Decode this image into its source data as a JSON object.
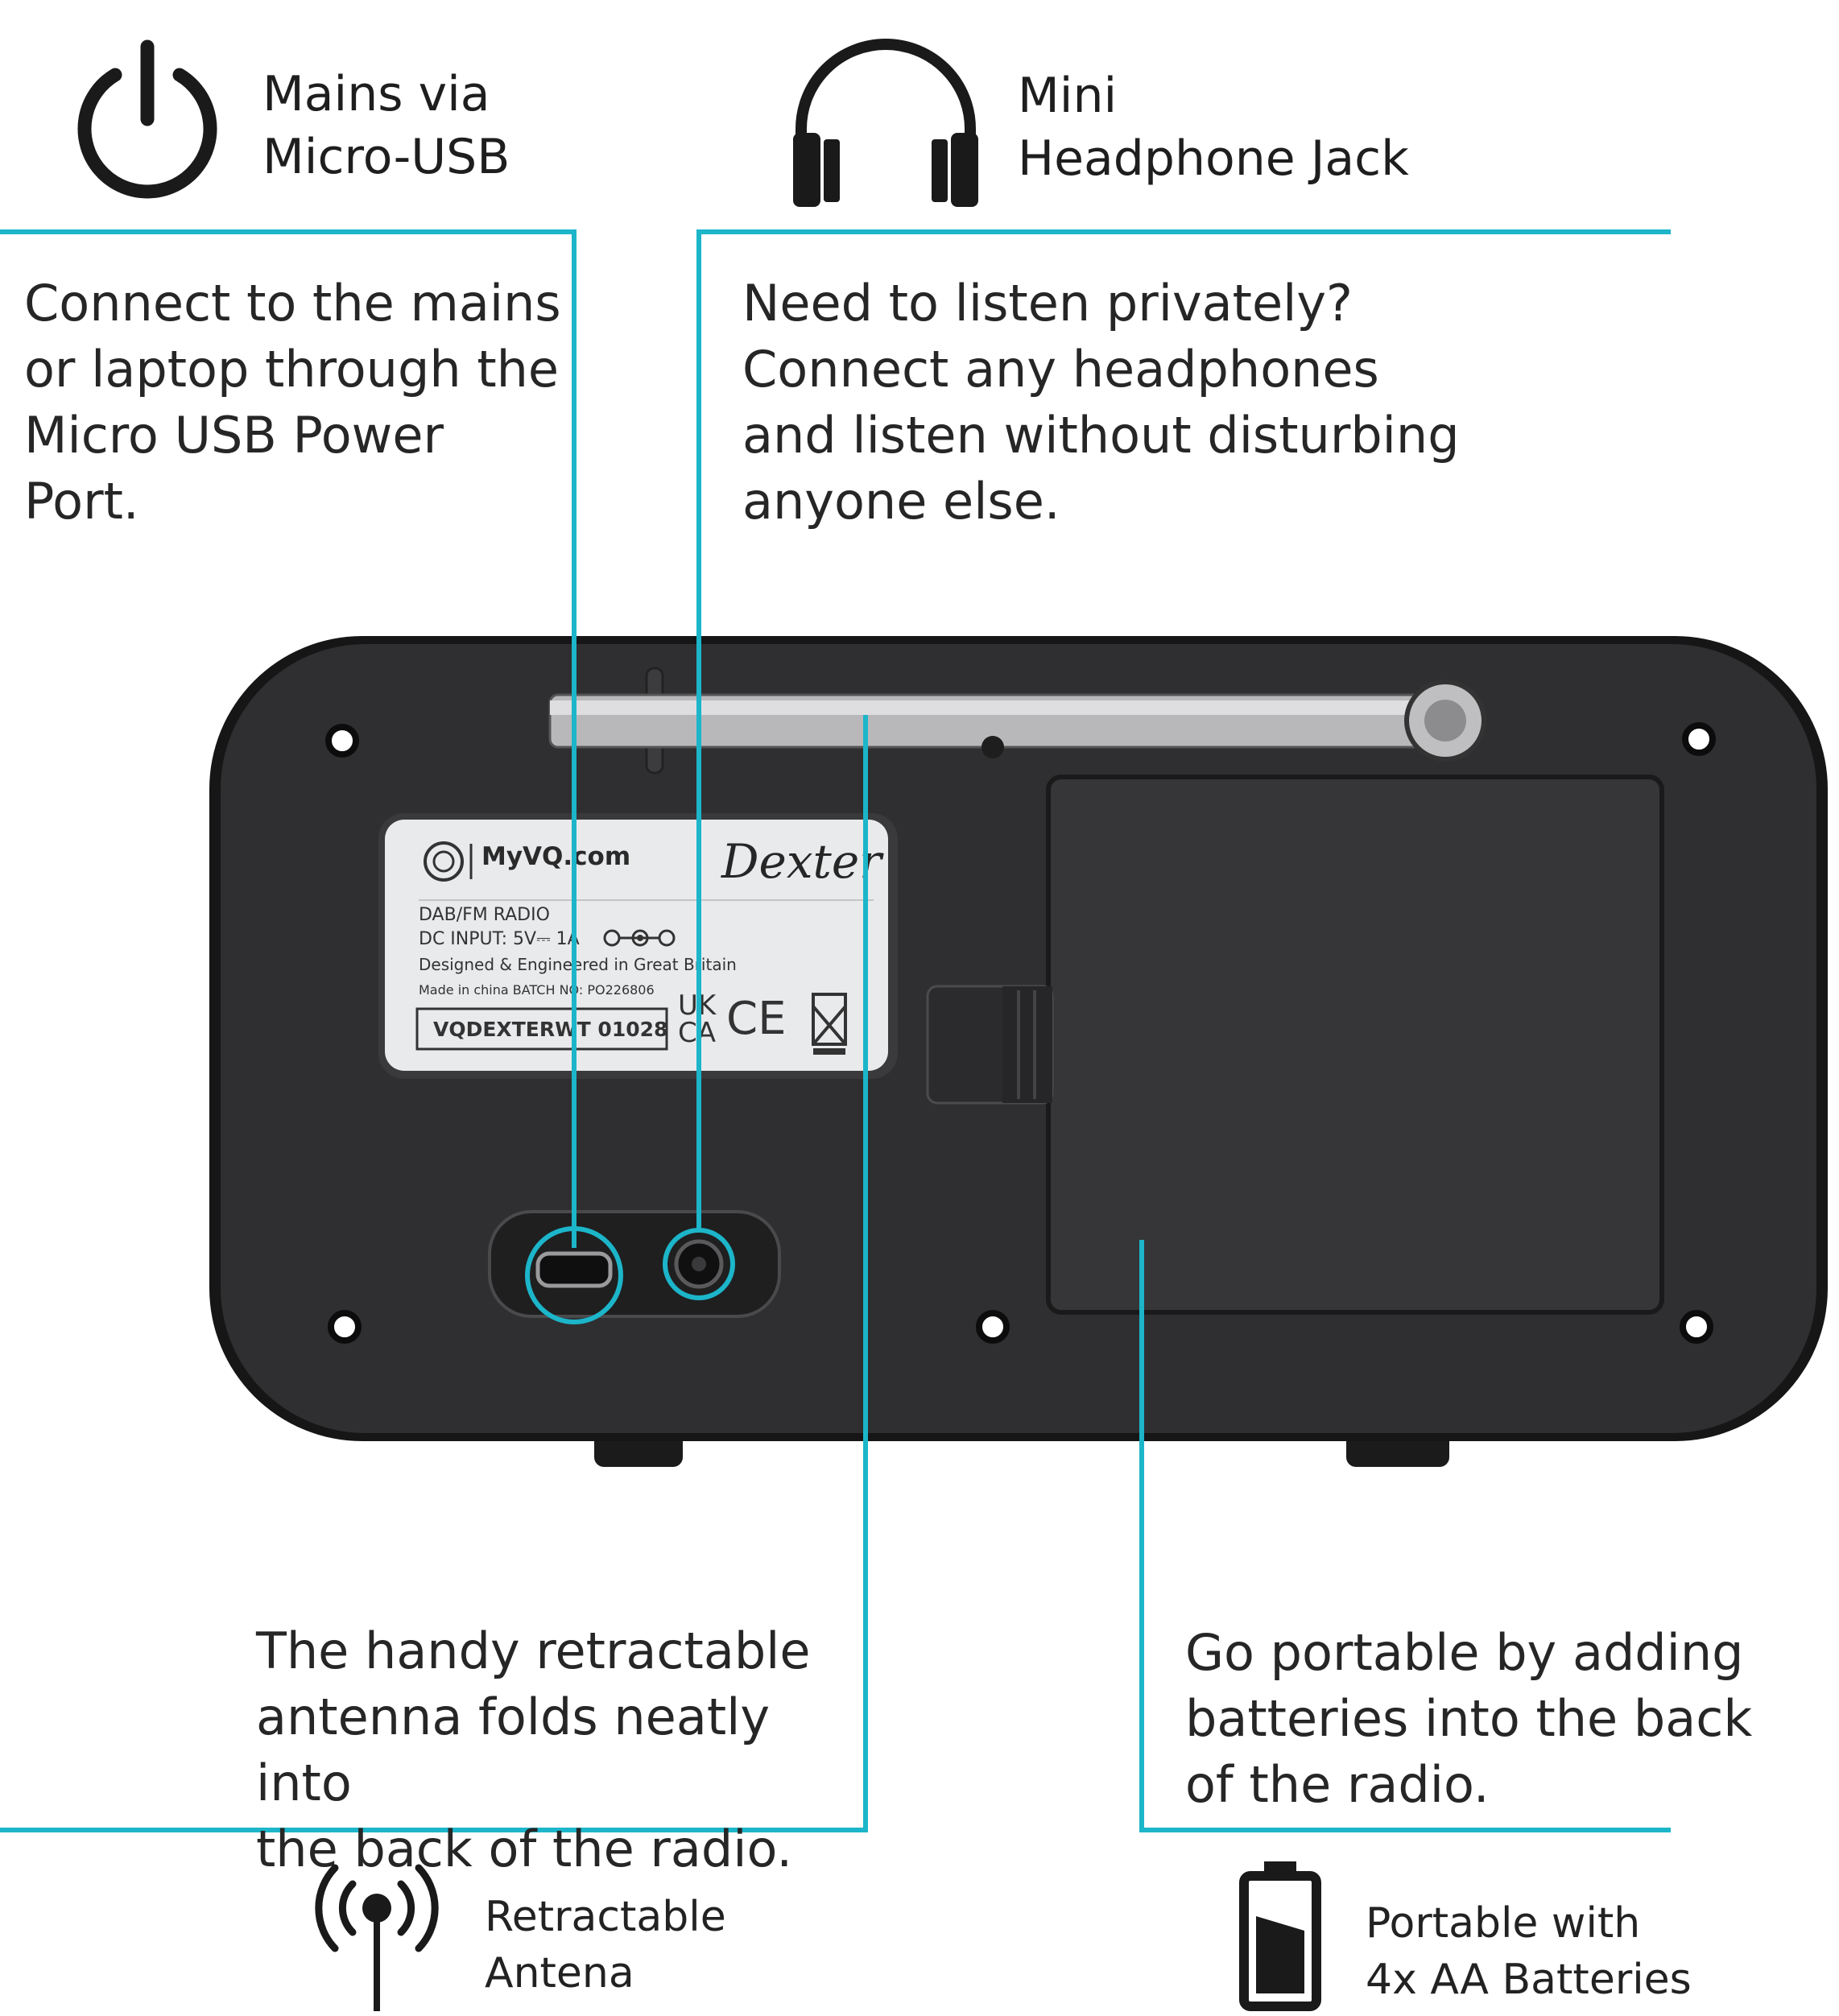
{
  "callouts": {
    "power": {
      "title": "Mains via\nMicro-USB",
      "body": "Connect to the mains\nor laptop through the\nMicro USB Power Port."
    },
    "headphone": {
      "title": "Mini\nHeadphone Jack",
      "body": "Need to listen privately?\nConnect any headphones\nand listen without disturbing\nanyone else."
    },
    "antenna": {
      "title": "Retractable\nAntena",
      "body": "The handy retractable\nantenna folds neatly into\nthe back of the radio."
    },
    "battery": {
      "title": "Portable with\n4x AA Batteries",
      "body": "Go portable by adding\nbatteries into the back\nof the radio."
    }
  },
  "label": {
    "brand": "MyVQ.com",
    "model_script": "Dexter",
    "line1": "DAB/FM RADIO",
    "line2": "DC INPUT: 5V⎓ 1A",
    "line3": "Designed & Engineered in Great Britain",
    "line4": "Made in china  BATCH NO: PO226806",
    "serial": "VQDEXTERWT  01028",
    "ukca_top": "UK",
    "ukca_bottom": "CA",
    "ce": "CE"
  },
  "icons": [
    "power-icon",
    "headphones-icon",
    "antenna-icon",
    "battery-icon"
  ],
  "colors": {
    "accent": "#1cb5c9",
    "radio_body": "#2e2e30",
    "radio_edge": "#161617",
    "label_bg": "#e9eaec"
  }
}
